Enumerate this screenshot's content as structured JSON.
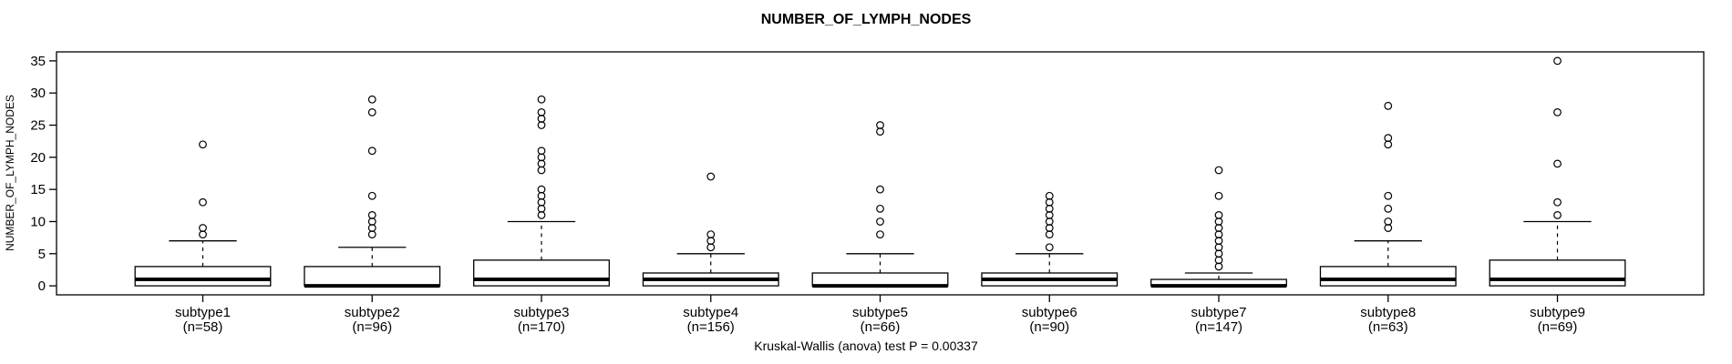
{
  "title": "NUMBER_OF_LYMPH_NODES",
  "footer": "Kruskal-Wallis (anova) test P = 0.00337",
  "colors": {
    "stroke": "#000000",
    "box_fill": "#ffffff",
    "background": "#ffffff"
  },
  "chart_data": {
    "type": "boxplot",
    "title": "NUMBER_OF_LYMPH_NODES",
    "ylabel": "NUMBER_OF_LYMPH_NODES",
    "xlabel": "",
    "annotation": "Kruskal-Wallis (anova) test P = 0.00337",
    "p_value": "0.00337",
    "grid": false,
    "legend": "none",
    "y_ticks": [
      0,
      5,
      10,
      15,
      20,
      25,
      30,
      35
    ],
    "ylim": [
      -1.4,
      36.4
    ],
    "x_user_range": [
      0.136,
      9.864
    ],
    "groups": [
      {
        "label": "subtype1",
        "n_label": "(n=58)",
        "n": 58,
        "q1": 0,
        "median": 1,
        "q3": 3,
        "whisker_low": 0,
        "whisker_high": 7,
        "outliers": [
          8,
          9,
          13,
          22
        ]
      },
      {
        "label": "subtype2",
        "n_label": "(n=96)",
        "n": 96,
        "q1": 0,
        "median": 0,
        "q3": 3,
        "whisker_low": 0,
        "whisker_high": 6,
        "outliers": [
          8,
          9,
          10,
          11,
          14,
          21,
          27,
          29
        ]
      },
      {
        "label": "subtype3",
        "n_label": "(n=170)",
        "n": 170,
        "q1": 0,
        "median": 1,
        "q3": 4,
        "whisker_low": 0,
        "whisker_high": 10,
        "outliers": [
          11,
          12,
          13,
          14,
          15,
          18,
          19,
          20,
          21,
          25,
          26,
          27,
          29
        ]
      },
      {
        "label": "subtype4",
        "n_label": "(n=156)",
        "n": 156,
        "q1": 0,
        "median": 1,
        "q3": 2,
        "whisker_low": 0,
        "whisker_high": 5,
        "outliers": [
          6,
          7,
          8,
          17
        ]
      },
      {
        "label": "subtype5",
        "n_label": "(n=66)",
        "n": 66,
        "q1": 0,
        "median": 0,
        "q3": 2,
        "whisker_low": 0,
        "whisker_high": 5,
        "outliers": [
          8,
          10,
          12,
          15,
          24,
          25
        ]
      },
      {
        "label": "subtype6",
        "n_label": "(n=90)",
        "n": 90,
        "q1": 0,
        "median": 1,
        "q3": 2,
        "whisker_low": 0,
        "whisker_high": 5,
        "outliers": [
          6,
          8,
          9,
          10,
          11,
          12,
          13,
          14
        ]
      },
      {
        "label": "subtype7",
        "n_label": "(n=147)",
        "n": 147,
        "q1": 0,
        "median": 0,
        "q3": 1,
        "whisker_low": 0,
        "whisker_high": 2,
        "outliers": [
          3,
          4,
          5,
          6,
          7,
          8,
          9,
          10,
          11,
          14,
          18
        ]
      },
      {
        "label": "subtype8",
        "n_label": "(n=63)",
        "n": 63,
        "q1": 0,
        "median": 1,
        "q3": 3,
        "whisker_low": 0,
        "whisker_high": 7,
        "outliers": [
          9,
          10,
          12,
          14,
          22,
          23,
          28
        ]
      },
      {
        "label": "subtype9",
        "n_label": "(n=69)",
        "n": 69,
        "q1": 0,
        "median": 1,
        "q3": 4,
        "whisker_low": 0,
        "whisker_high": 10,
        "outliers": [
          11,
          13,
          19,
          27,
          35
        ]
      }
    ]
  }
}
